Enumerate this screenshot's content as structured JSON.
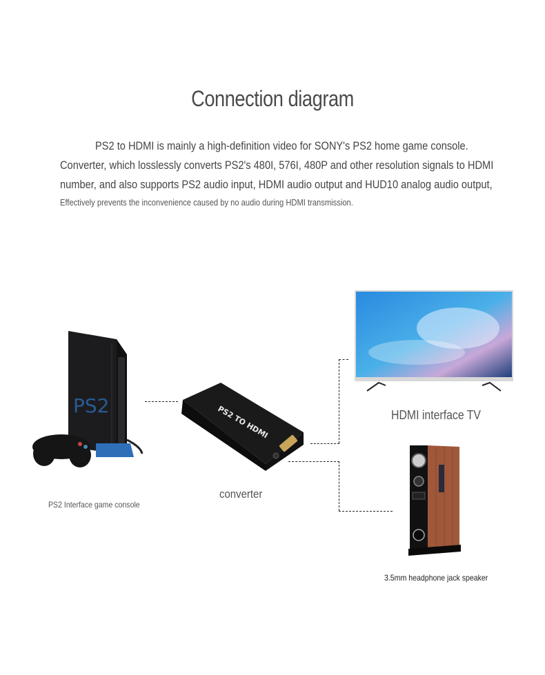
{
  "title": "Connection diagram",
  "description": {
    "lines": [
      "PS2 to HDMI is mainly a high-definition video for SONY's PS2 home game console.",
      "Converter, which losslessly converts PS2's 480I, 576I, 480P and other resolution signals to HDMI",
      "number, and also supports PS2 audio input, HDMI audio output and HUD10 analog audio output,",
      "Effectively prevents the inconvenience caused by no audio during HDMI transmission."
    ]
  },
  "devices": {
    "console": {
      "label": "PS2 Interface game console",
      "logo_text": "PS2"
    },
    "converter": {
      "label": "converter",
      "body_text": "PS2 TO HDMI"
    },
    "tv": {
      "label": "HDMI interface TV"
    },
    "speaker": {
      "label": "3.5mm headphone jack speaker"
    }
  },
  "colors": {
    "text": "#4a4a4a",
    "connector": "#222222",
    "console_body": "#1c1c1f",
    "console_accent": "#2e6fb8",
    "speaker_wood": "#a0583a",
    "tv_sky": "#3a7fc4"
  }
}
